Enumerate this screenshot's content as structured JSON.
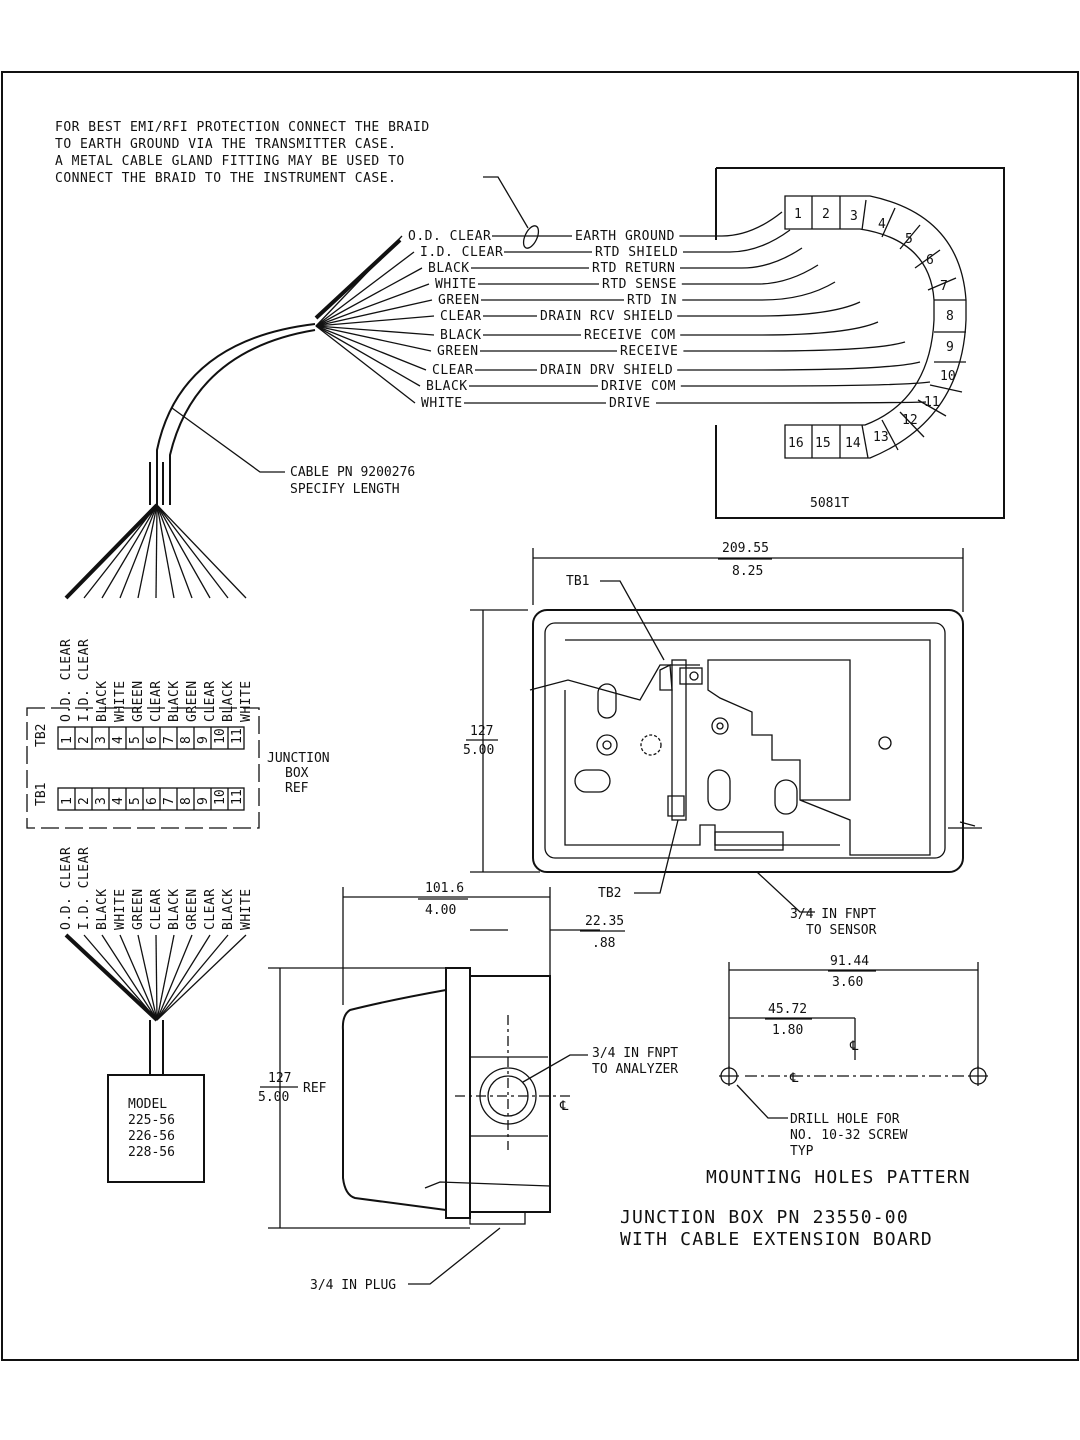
{
  "emi_note": [
    "FOR BEST EMI/RFI PROTECTION CONNECT THE BRAID",
    "TO EARTH GROUND VIA THE TRANSMITTER CASE.",
    "A METAL CABLE GLAND FITTING MAY BE USED TO",
    "CONNECT THE BRAID TO THE INSTRUMENT CASE."
  ],
  "wires": [
    {
      "color": "O.D. CLEAR",
      "signal": "EARTH GROUND"
    },
    {
      "color": "I.D. CLEAR",
      "signal": "RTD SHIELD"
    },
    {
      "color": "BLACK",
      "signal": "RTD RETURN"
    },
    {
      "color": "WHITE",
      "signal": "RTD SENSE"
    },
    {
      "color": "GREEN",
      "signal": "RTD IN"
    },
    {
      "color": "CLEAR",
      "signal": "DRAIN RCV SHIELD"
    },
    {
      "color": "BLACK",
      "signal": "RECEIVE COM"
    },
    {
      "color": "GREEN",
      "signal": "RECEIVE"
    },
    {
      "color": "CLEAR",
      "signal": "DRAIN DRV SHIELD"
    },
    {
      "color": "BLACK",
      "signal": "DRIVE COM"
    },
    {
      "color": "WHITE",
      "signal": "DRIVE"
    }
  ],
  "terminals_5081t": [
    "1",
    "2",
    "3",
    "4",
    "5",
    "6",
    "7",
    "8",
    "9",
    "10",
    "11",
    "12",
    "13",
    "14",
    "15",
    "16"
  ],
  "transmitter_label": "5081T",
  "cable": [
    "CABLE PN 9200276",
    "SPECIFY LENGTH"
  ],
  "junction_wire_labels": [
    "O.D. CLEAR",
    "I.D. CLEAR",
    "BLACK",
    "WHITE",
    "GREEN",
    "CLEAR",
    "BLACK",
    "GREEN",
    "CLEAR",
    "BLACK",
    "WHITE"
  ],
  "tb_numbers": [
    "1",
    "2",
    "3",
    "4",
    "5",
    "6",
    "7",
    "8",
    "9",
    "10",
    "11"
  ],
  "tb2_label": "TB2",
  "tb1_label": "TB1",
  "junction_box_ref": [
    "JUNCTION",
    "BOX",
    "REF"
  ],
  "model": [
    "MODEL",
    "225-56",
    "226-56",
    "228-56"
  ],
  "dims": {
    "width_mm": "209.55",
    "width_in": "8.25",
    "height_mm": "127",
    "height_in": "5.00",
    "side_mm": "101.6",
    "side_in": "4.00",
    "offset_mm": "22.35",
    "offset_in": ".88",
    "side_height_mm": "127",
    "side_height_in": "5.00",
    "ref": "REF",
    "hole_mm": "91.44",
    "hole_in": "3.60",
    "half_mm": "45.72",
    "half_in": "1.80"
  },
  "callouts": {
    "tb1": "TB1",
    "tb2": "TB2",
    "to_sensor": [
      "3/4 IN FNPT",
      "TO SENSOR"
    ],
    "to_analyzer": [
      "3/4 IN FNPT",
      "TO ANALYZER"
    ],
    "plug": "3/4 IN PLUG",
    "drill": [
      "DRILL HOLE FOR",
      "NO. 10-32 SCREW",
      "TYP"
    ],
    "centerline": "℄"
  },
  "mounting_title": "MOUNTING HOLES PATTERN",
  "title": [
    "JUNCTION BOX PN 23550-00",
    "WITH CABLE EXTENSION BOARD"
  ]
}
